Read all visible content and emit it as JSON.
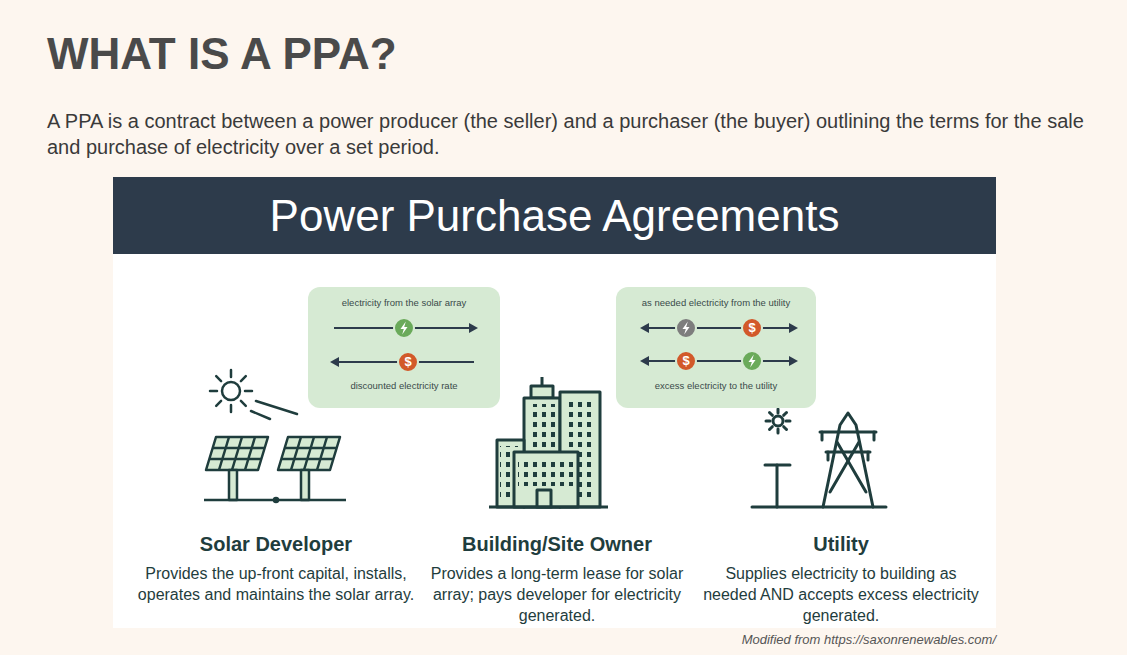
{
  "diagram": {
    "title": "WHAT IS A PPA?",
    "caption": "Modified from https://saxonrenewables.com/",
    "nodes": [
      {
        "text": [
          "Power Purchase Agreements"
        ]
      },
      {
        "text": [
          "electricity from the solar array",
          "discounted electricity rate"
        ]
      },
      {
        "text": [
          "as needed electricity from the utility",
          "excess electricity to the utility"
        ]
      }
    ],
    "labels": [
      "A PPA is a contract between a power producer (the seller) and a purchaser (the buyer) outlining the terms for the sale and purchase of electricity over a set period.",
      "$",
      "$",
      "$",
      "Solar Developer",
      "Provides the up-front capital, installs, operates and maintains the solar array.",
      "Building/Site Owner",
      "Provides a long-term lease for solar array; pays developer for electricity generated.",
      "Utility",
      "Supplies electricity to building as needed AND accepts excess electricity generated."
    ]
  }
}
